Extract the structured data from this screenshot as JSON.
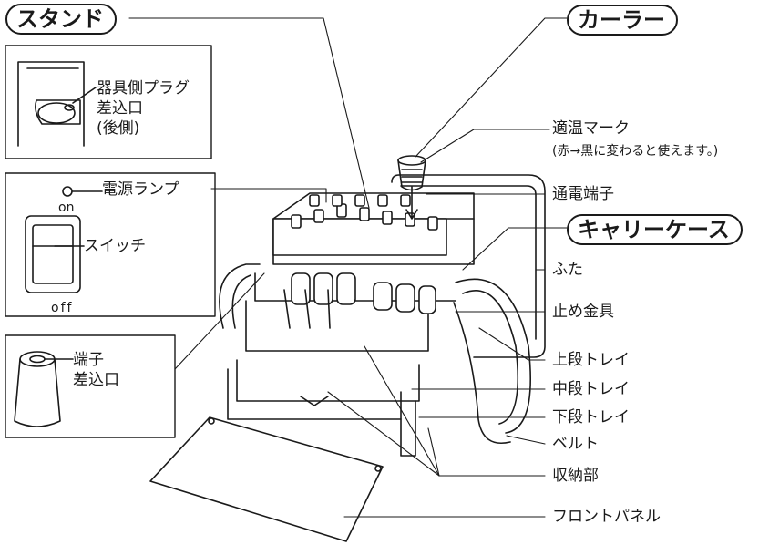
{
  "titles": {
    "stand": "スタンド",
    "curler": "カーラー",
    "carry_case": "キャリーケース"
  },
  "inset_plug": {
    "label": "器具側プラグ\n差込口\n(後側)"
  },
  "inset_switch": {
    "lamp": "電源ランプ",
    "on": "on",
    "switch": "スイッチ",
    "off": "off"
  },
  "inset_terminal": {
    "label": "端子\n差込口"
  },
  "labels": {
    "temp_mark": "適温マーク",
    "temp_note": "(赤→黒に変わると使えます。)",
    "terminal": "通電端子",
    "lid": "ふた",
    "clasp": "止め金具",
    "upper_tray": "上段トレイ",
    "middle_tray": "中段トレイ",
    "lower_tray": "下段トレイ",
    "belt": "ベルト",
    "storage": "収納部",
    "front_panel": "フロントパネル"
  }
}
